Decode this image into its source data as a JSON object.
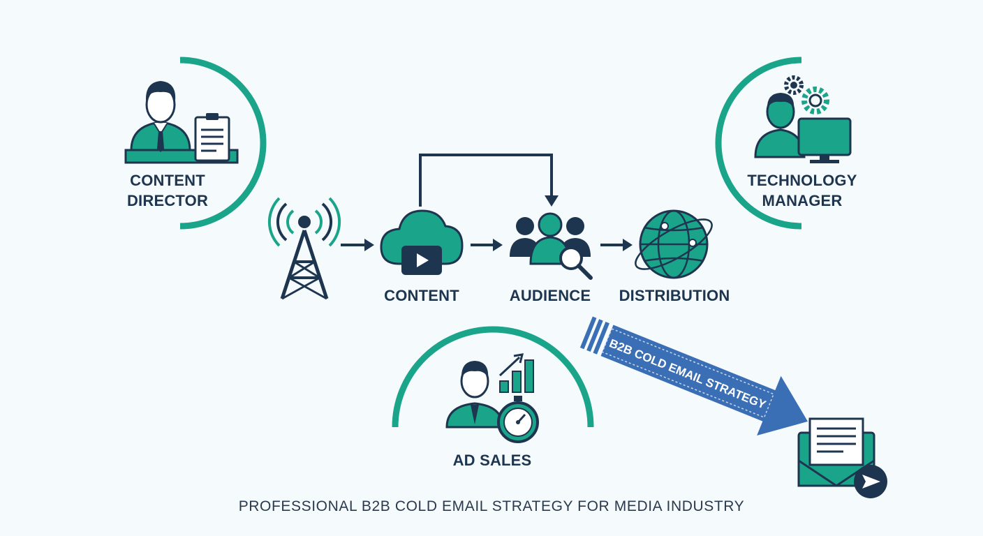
{
  "roles": {
    "content_director": [
      "CONTENT",
      "DIRECTOR"
    ],
    "technology_manager": [
      "TECHNOLOGY",
      "MANAGER"
    ],
    "ad_sales": "AD SALES"
  },
  "flow": {
    "content": "CONTENT",
    "audience": "AUDIENCE",
    "distribution": "DISTRIBUTION"
  },
  "banner_text": "B2B COLD EMAIL STRATEGY",
  "footer": "PROFESSIONAL B2B COLD EMAIL STRATEGY FOR MEDIA INDUSTRY",
  "colors": {
    "teal": "#1aa489",
    "navy": "#1e3550",
    "blue": "#3a6eb5",
    "background": "#f5fafc"
  }
}
